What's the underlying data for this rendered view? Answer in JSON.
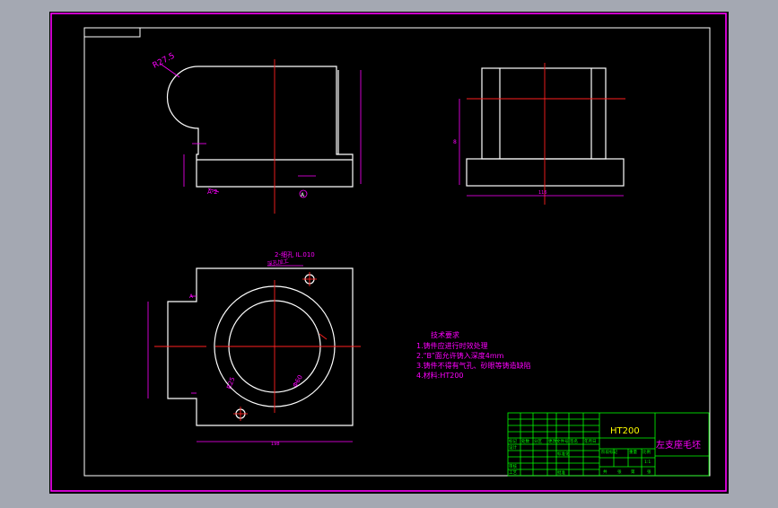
{
  "colors": {
    "background": "#a4a8b2",
    "sheet": "#000000",
    "border": "#ff00ff",
    "lines": "#ffffff",
    "centerline": "#ff2020",
    "dimension": "#ff00ff",
    "title_block": "#00ff00",
    "text_yellow": "#ffff00"
  },
  "drawing": {
    "dim_front_top_radius": "R27.5",
    "dim_front_arrow_label": "A",
    "dim_front_section_label": "A-2",
    "dim_plan_holes": "2-细孔 IL.010",
    "dim_plan_hole_depth": "深孔加工",
    "dim_plan_boss_radius": "R25",
    "dim_plan_inner_dia": "Φ60",
    "dim_plan_section_left": "A",
    "dim_side_height": "8",
    "dim_plan_width_label": "198",
    "dim_side_width_label": "116"
  },
  "tech_notes": {
    "title": "技术要求",
    "items": [
      "1.铸件应进行时效处理",
      "2.“B”面允许铸入深度4mm",
      "3.铸件不得有气孔、砂眼等铸造缺陷",
      "4.材料:HT200"
    ]
  },
  "title_block": {
    "material": "HT200",
    "part_name": "左支座毛坯",
    "header_labels": [
      "标记",
      "处数",
      "分区",
      "更改文件号",
      "签名",
      "年月日"
    ],
    "row_labels": [
      "设计",
      "标准化",
      "审核",
      "工艺",
      "批准"
    ],
    "stage_labels": [
      "阶段标记",
      "重量",
      "比例"
    ],
    "scale": "1:1",
    "sheet_labels": [
      "共",
      "张",
      "第",
      "张"
    ]
  }
}
